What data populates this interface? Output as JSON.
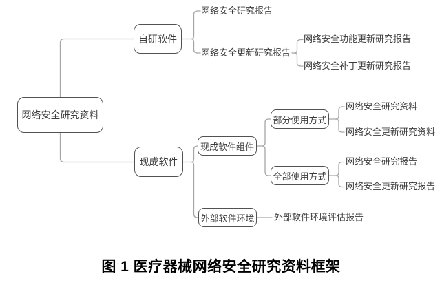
{
  "tree": {
    "root": "网络安全研究资料",
    "branches": [
      {
        "label": "自研软件",
        "children": [
          {
            "label": "网络安全研究报告"
          },
          {
            "label": "网络安全更新研究报告",
            "children": [
              {
                "label": "网络安全功能更新研究报告"
              },
              {
                "label": "网络安全补丁更新研究报告"
              }
            ]
          }
        ]
      },
      {
        "label": "现成软件",
        "children": [
          {
            "label": "现成软件组件",
            "children": [
              {
                "label": "部分使用方式",
                "children": [
                  {
                    "label": "网络安全研究资料"
                  },
                  {
                    "label": "网络安全更新研究资料"
                  }
                ]
              },
              {
                "label": "全部使用方式",
                "children": [
                  {
                    "label": "网络安全研究报告"
                  },
                  {
                    "label": "网络安全更新研究报告"
                  }
                ]
              }
            ]
          },
          {
            "label": "外部软件环境",
            "children": [
              {
                "label": "外部软件环境评估报告"
              }
            ]
          }
        ]
      }
    ]
  },
  "caption": "图 1 医疗器械网络安全研究资料框架",
  "colors": {
    "background": "#ffffff",
    "box_border": "#525252",
    "connector_line": "#a6a6a6",
    "node_text": "#3d3d3d",
    "caption_text": "#000000"
  }
}
